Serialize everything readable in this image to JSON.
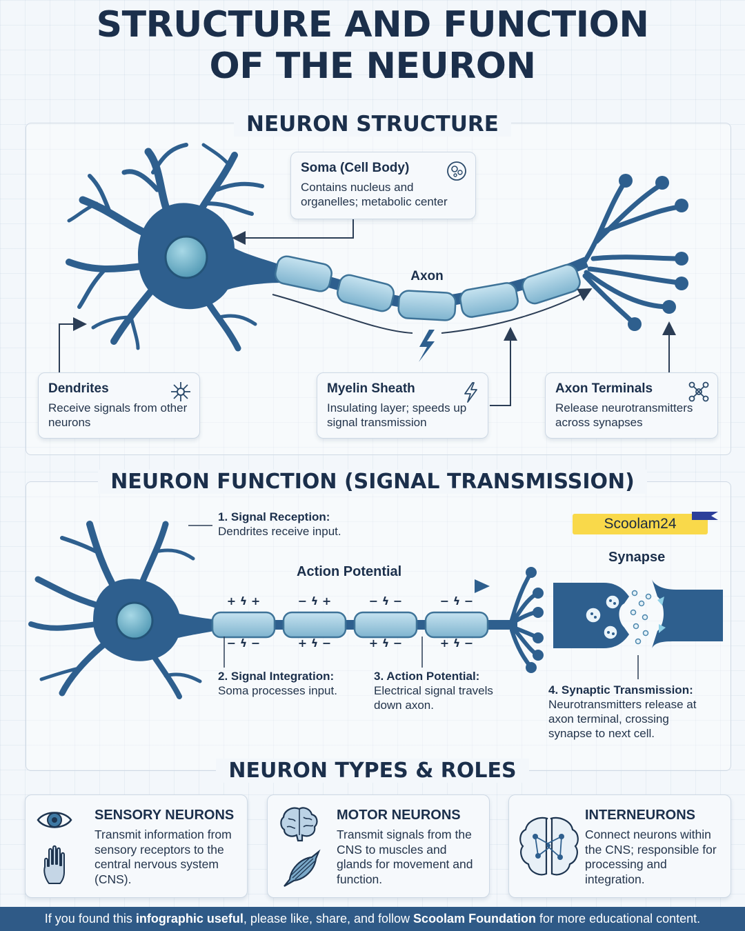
{
  "title": {
    "line1": "STRUCTURE AND FUNCTION",
    "line2": "OF THE NEURON"
  },
  "structure": {
    "heading": "NEURON STRUCTURE",
    "axon_label": "Axon",
    "soma": {
      "title": "Soma (Cell Body)",
      "text": "Contains nucleus and organelles; metabolic center",
      "icon": "cell-icon"
    },
    "dendrites": {
      "title": "Dendrites",
      "text": "Receive signals from other neurons",
      "icon": "dendrite-icon"
    },
    "myelin": {
      "title": "Myelin Sheath",
      "text": "Insulating layer; speeds up signal transmission",
      "icon": "lightning-icon"
    },
    "terminals": {
      "title": "Axon Terminals",
      "text": "Release neurotransmitters across synapses",
      "icon": "network-icon"
    }
  },
  "function": {
    "heading": "NEURON FUNCTION (SIGNAL TRANSMISSION)",
    "brand": "Scoolam24",
    "action_potential_label": "Action Potential",
    "synapse_label": "Synapse",
    "charges_top": [
      "+ ϟ +",
      "− ϟ +",
      "− ϟ −",
      "− ϟ −"
    ],
    "charges_bottom": [
      "− ϟ −",
      "+ ϟ −",
      "+ ϟ −",
      "+ ϟ −"
    ],
    "steps": [
      {
        "title": "1. Signal Reception:",
        "text": "Dendrites receive input."
      },
      {
        "title": "2. Signal Integration:",
        "text": "Soma processes input."
      },
      {
        "title": "3. Action Potential:",
        "text": "Electrical signal travels down axon."
      },
      {
        "title": "4. Synaptic Transmission:",
        "text": "Neurotransmitters release at axon terminal, crossing synapse to next cell."
      }
    ]
  },
  "types": {
    "heading": "NEURON TYPES & ROLES",
    "cards": [
      {
        "title": "SENSORY NEURONS",
        "text": "Transmit information from sensory receptors to the central nervous system (CNS).",
        "icons": [
          "eye-icon",
          "hand-icon"
        ]
      },
      {
        "title": "MOTOR NEURONS",
        "text": "Transmit signals from the CNS to muscles and glands for movement and function.",
        "icons": [
          "brain-icon",
          "muscle-icon"
        ]
      },
      {
        "title": "INTERNEURONS",
        "text": "Connect neurons within the CNS; responsible for processing and integration.",
        "icons": [
          "brain-network-icon"
        ]
      }
    ]
  },
  "footer": {
    "part1": "If you found this ",
    "bold1": "infographic useful",
    "part2": ", please like, share, and follow ",
    "bold2": "Scoolam Foundation",
    "part3": " for more educational content."
  },
  "colors": {
    "neuron": "#2e5f8e",
    "myelin": "#9fcbe0",
    "soma_nucleus": "#6fb3c9",
    "heading": "#1b2f4b",
    "footer_bg": "#2f5a87",
    "brand_bg": "#f9d94a"
  }
}
